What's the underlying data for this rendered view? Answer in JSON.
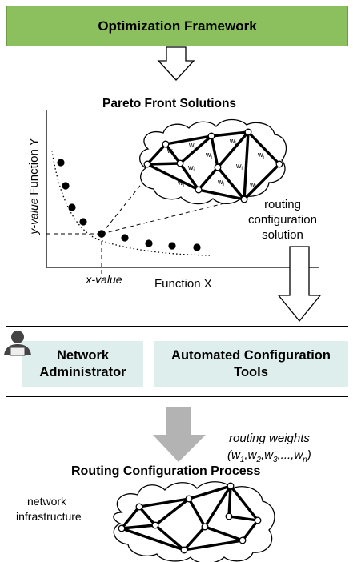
{
  "header": {
    "title": "Optimization Framework"
  },
  "pareto": {
    "title": "Pareto Front  Solutions",
    "y_axis_label": "Function Y",
    "x_axis_label": "Function X",
    "y_value_label": "y-value",
    "x_value_label": "x-value",
    "weight_label": "w",
    "weight_subscript": "i"
  },
  "solution_label": [
    "routing",
    "configuration",
    "solution"
  ],
  "panels": {
    "admin": [
      "Network",
      "Administrator"
    ],
    "tools": [
      "Automated Configuration",
      "Tools"
    ]
  },
  "process": {
    "title": "Routing Configuration  Process",
    "weights_caption": "routing weights",
    "weights_tuple": "(w1,w2,w3,...,wn)",
    "infra_label": [
      "network",
      "infrastructure"
    ]
  },
  "colors": {
    "header_fill": "#8cbf5e",
    "panel_fill": "#deeeed",
    "arrow_gray": "#b3b3b3",
    "user_icon": "#444444"
  },
  "icons": [
    "down-arrow-icon",
    "user-icon",
    "cloud-network-icon"
  ]
}
